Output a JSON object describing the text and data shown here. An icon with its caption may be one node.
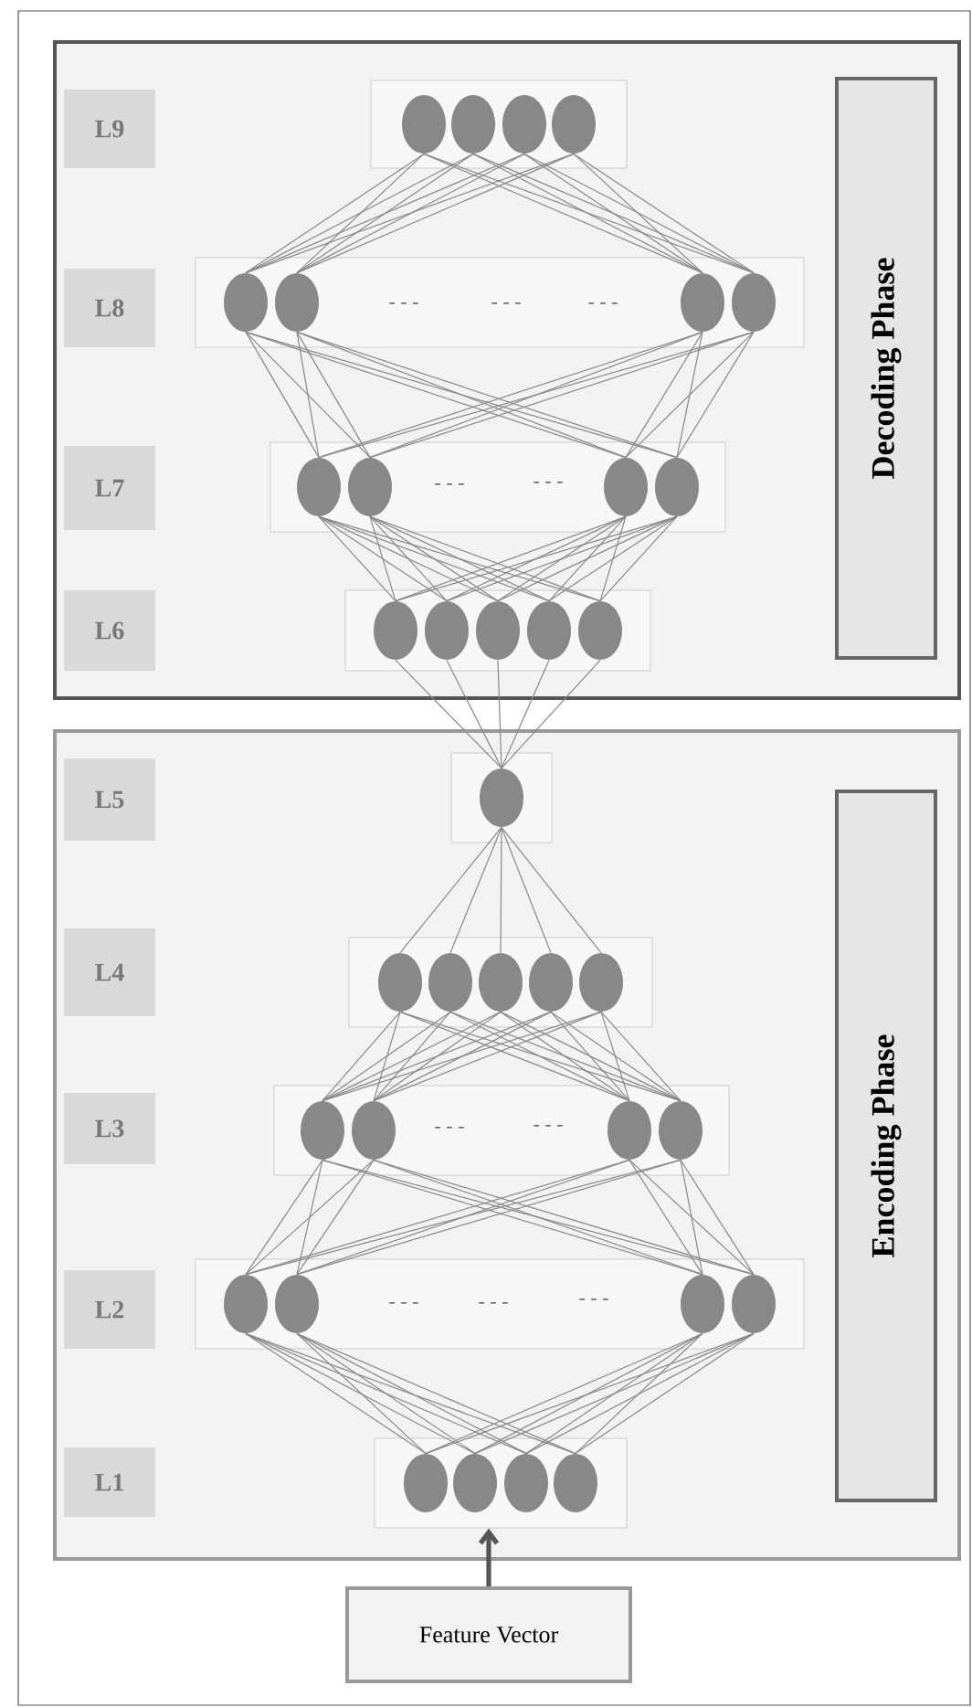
{
  "diagram": {
    "nodes": [
      {
        "text": [],
        "shape": "box"
      },
      {
        "text": [
          "Decoding Phase"
        ],
        "in": 0
      },
      {
        "text": [
          "L9"
        ],
        "in": 0
      },
      {
        "text": [],
        "shape": "box",
        "in": 0
      },
      {
        "text": [],
        "shape": "circle",
        "in": 3
      },
      {
        "text": [],
        "shape": "circle",
        "in": 3
      },
      {
        "text": [],
        "shape": "circle",
        "in": 3
      },
      {
        "text": [],
        "shape": "circle",
        "in": 3
      },
      {
        "text": [
          "L8"
        ],
        "in": 0
      },
      {
        "text": [],
        "shape": "box",
        "in": 0
      },
      {
        "text": [],
        "shape": "circle",
        "in": 9
      },
      {
        "text": [],
        "shape": "circle",
        "in": 9
      },
      {
        "text": [],
        "shape": "circle",
        "in": 9
      },
      {
        "text": [],
        "shape": "circle",
        "in": 9
      },
      {
        "text": [
          "L7"
        ],
        "in": 0
      },
      {
        "text": [],
        "shape": "box",
        "in": 0
      },
      {
        "text": [],
        "shape": "circle",
        "in": 15
      },
      {
        "text": [],
        "shape": "circle",
        "in": 15
      },
      {
        "text": [],
        "shape": "circle",
        "in": 15
      },
      {
        "text": [],
        "shape": "circle",
        "in": 15
      },
      {
        "text": [
          "L6"
        ],
        "in": 0
      },
      {
        "text": [],
        "shape": "box",
        "in": 0
      },
      {
        "text": [],
        "shape": "circle",
        "in": 21
      },
      {
        "text": [],
        "shape": "circle",
        "in": 21
      },
      {
        "text": [],
        "shape": "circle",
        "in": 21
      },
      {
        "text": [],
        "shape": "circle",
        "in": 21
      },
      {
        "text": [],
        "shape": "circle",
        "in": 21
      },
      {
        "text": [],
        "shape": "box"
      },
      {
        "text": [
          "Encoding Phase"
        ],
        "in": 27
      },
      {
        "text": [
          "L5"
        ],
        "in": 27
      },
      {
        "text": [],
        "shape": "box",
        "in": 27
      },
      {
        "text": [],
        "shape": "circle",
        "in": 30
      },
      {
        "text": [
          "L4"
        ],
        "in": 27
      },
      {
        "text": [],
        "shape": "box",
        "in": 27
      },
      {
        "text": [],
        "shape": "circle",
        "in": 33
      },
      {
        "text": [],
        "shape": "circle",
        "in": 33
      },
      {
        "text": [],
        "shape": "circle",
        "in": 33
      },
      {
        "text": [],
        "shape": "circle",
        "in": 33
      },
      {
        "text": [],
        "shape": "circle",
        "in": 33
      },
      {
        "text": [
          "L3"
        ],
        "in": 27
      },
      {
        "text": [],
        "shape": "box",
        "in": 27
      },
      {
        "text": [],
        "shape": "circle",
        "in": 40
      },
      {
        "text": [],
        "shape": "circle",
        "in": 40
      },
      {
        "text": [],
        "shape": "circle",
        "in": 40
      },
      {
        "text": [],
        "shape": "circle",
        "in": 40
      },
      {
        "text": [
          "L2"
        ],
        "in": 27
      },
      {
        "text": [],
        "shape": "box",
        "in": 27
      },
      {
        "text": [],
        "shape": "circle",
        "in": 46
      },
      {
        "text": [],
        "shape": "circle",
        "in": 46
      },
      {
        "text": [],
        "shape": "circle",
        "in": 46
      },
      {
        "text": [],
        "shape": "circle",
        "in": 46
      },
      {
        "text": [
          "L1"
        ],
        "in": 27
      },
      {
        "text": [],
        "shape": "box",
        "in": 27
      },
      {
        "text": [],
        "shape": "circle",
        "in": 52
      },
      {
        "text": [],
        "shape": "circle",
        "in": 52
      },
      {
        "text": [],
        "shape": "circle",
        "in": 52
      },
      {
        "text": [],
        "shape": "circle",
        "in": 52
      },
      {
        "text": [
          "Feature Vector"
        ]
      }
    ],
    "edges": [
      {
        "from": 57,
        "to": 52,
        "arrow": "to",
        "style": "thick",
        "color": "#555555"
      },
      {
        "from": 4,
        "to": 10,
        "arrow": "none"
      },
      {
        "from": 4,
        "to": 11,
        "arrow": "none"
      },
      {
        "from": 4,
        "to": 12,
        "arrow": "none"
      },
      {
        "from": 4,
        "to": 13,
        "arrow": "none"
      },
      {
        "from": 5,
        "to": 10,
        "arrow": "none"
      },
      {
        "from": 5,
        "to": 11,
        "arrow": "none"
      },
      {
        "from": 5,
        "to": 12,
        "arrow": "none"
      },
      {
        "from": 5,
        "to": 13,
        "arrow": "none"
      },
      {
        "from": 6,
        "to": 10,
        "arrow": "none"
      },
      {
        "from": 6,
        "to": 11,
        "arrow": "none"
      },
      {
        "from": 6,
        "to": 12,
        "arrow": "none"
      },
      {
        "from": 6,
        "to": 13,
        "arrow": "none"
      },
      {
        "from": 7,
        "to": 10,
        "arrow": "none"
      },
      {
        "from": 7,
        "to": 11,
        "arrow": "none"
      },
      {
        "from": 7,
        "to": 12,
        "arrow": "none"
      },
      {
        "from": 7,
        "to": 13,
        "arrow": "none"
      },
      {
        "from": 10,
        "to": 16,
        "arrow": "none"
      },
      {
        "from": 10,
        "to": 17,
        "arrow": "none"
      },
      {
        "from": 10,
        "to": 18,
        "arrow": "none"
      },
      {
        "from": 10,
        "to": 19,
        "arrow": "none"
      },
      {
        "from": 11,
        "to": 16,
        "arrow": "none"
      },
      {
        "from": 11,
        "to": 17,
        "arrow": "none"
      },
      {
        "from": 11,
        "to": 18,
        "arrow": "none"
      },
      {
        "from": 11,
        "to": 19,
        "arrow": "none"
      },
      {
        "from": 12,
        "to": 16,
        "arrow": "none"
      },
      {
        "from": 12,
        "to": 17,
        "arrow": "none"
      },
      {
        "from": 12,
        "to": 18,
        "arrow": "none"
      },
      {
        "from": 12,
        "to": 19,
        "arrow": "none"
      },
      {
        "from": 13,
        "to": 16,
        "arrow": "none"
      },
      {
        "from": 13,
        "to": 17,
        "arrow": "none"
      },
      {
        "from": 13,
        "to": 18,
        "arrow": "none"
      },
      {
        "from": 13,
        "to": 19,
        "arrow": "none"
      },
      {
        "from": 16,
        "to": 22,
        "arrow": "none"
      },
      {
        "from": 16,
        "to": 23,
        "arrow": "none"
      },
      {
        "from": 16,
        "to": 24,
        "arrow": "none"
      },
      {
        "from": 16,
        "to": 25,
        "arrow": "none"
      },
      {
        "from": 16,
        "to": 26,
        "arrow": "none"
      },
      {
        "from": 17,
        "to": 22,
        "arrow": "none"
      },
      {
        "from": 17,
        "to": 23,
        "arrow": "none"
      },
      {
        "from": 17,
        "to": 24,
        "arrow": "none"
      },
      {
        "from": 17,
        "to": 25,
        "arrow": "none"
      },
      {
        "from": 17,
        "to": 26,
        "arrow": "none"
      },
      {
        "from": 18,
        "to": 22,
        "arrow": "none"
      },
      {
        "from": 18,
        "to": 23,
        "arrow": "none"
      },
      {
        "from": 18,
        "to": 24,
        "arrow": "none"
      },
      {
        "from": 18,
        "to": 25,
        "arrow": "none"
      },
      {
        "from": 18,
        "to": 26,
        "arrow": "none"
      },
      {
        "from": 19,
        "to": 22,
        "arrow": "none"
      },
      {
        "from": 19,
        "to": 23,
        "arrow": "none"
      },
      {
        "from": 19,
        "to": 24,
        "arrow": "none"
      },
      {
        "from": 19,
        "to": 25,
        "arrow": "none"
      },
      {
        "from": 19,
        "to": 26,
        "arrow": "none"
      },
      {
        "from": 22,
        "to": 31,
        "arrow": "none"
      },
      {
        "from": 23,
        "to": 31,
        "arrow": "none"
      },
      {
        "from": 24,
        "to": 31,
        "arrow": "none"
      },
      {
        "from": 25,
        "to": 31,
        "arrow": "none"
      },
      {
        "from": 26,
        "to": 31,
        "arrow": "none"
      },
      {
        "from": 31,
        "to": 34,
        "arrow": "none"
      },
      {
        "from": 31,
        "to": 35,
        "arrow": "none"
      },
      {
        "from": 31,
        "to": 36,
        "arrow": "none"
      },
      {
        "from": 31,
        "to": 37,
        "arrow": "none"
      },
      {
        "from": 31,
        "to": 38,
        "arrow": "none"
      },
      {
        "from": 34,
        "to": 41,
        "arrow": "none"
      },
      {
        "from": 34,
        "to": 42,
        "arrow": "none"
      },
      {
        "from": 34,
        "to": 43,
        "arrow": "none"
      },
      {
        "from": 34,
        "to": 44,
        "arrow": "none"
      },
      {
        "from": 35,
        "to": 41,
        "arrow": "none"
      },
      {
        "from": 35,
        "to": 42,
        "arrow": "none"
      },
      {
        "from": 35,
        "to": 43,
        "arrow": "none"
      },
      {
        "from": 35,
        "to": 44,
        "arrow": "none"
      },
      {
        "from": 36,
        "to": 41,
        "arrow": "none"
      },
      {
        "from": 36,
        "to": 42,
        "arrow": "none"
      },
      {
        "from": 36,
        "to": 43,
        "arrow": "none"
      },
      {
        "from": 36,
        "to": 44,
        "arrow": "none"
      },
      {
        "from": 37,
        "to": 41,
        "arrow": "none"
      },
      {
        "from": 37,
        "to": 42,
        "arrow": "none"
      },
      {
        "from": 37,
        "to": 43,
        "arrow": "none"
      },
      {
        "from": 37,
        "to": 44,
        "arrow": "none"
      },
      {
        "from": 38,
        "to": 41,
        "arrow": "none"
      },
      {
        "from": 38,
        "to": 42,
        "arrow": "none"
      },
      {
        "from": 38,
        "to": 43,
        "arrow": "none"
      },
      {
        "from": 38,
        "to": 44,
        "arrow": "none"
      },
      {
        "from": 41,
        "to": 47,
        "arrow": "none"
      },
      {
        "from": 41,
        "to": 48,
        "arrow": "none"
      },
      {
        "from": 41,
        "to": 49,
        "arrow": "none"
      },
      {
        "from": 41,
        "to": 50,
        "arrow": "none"
      },
      {
        "from": 42,
        "to": 47,
        "arrow": "none"
      },
      {
        "from": 42,
        "to": 48,
        "arrow": "none"
      },
      {
        "from": 42,
        "to": 49,
        "arrow": "none"
      },
      {
        "from": 42,
        "to": 50,
        "arrow": "none"
      },
      {
        "from": 43,
        "to": 47,
        "arrow": "none"
      },
      {
        "from": 43,
        "to": 48,
        "arrow": "none"
      },
      {
        "from": 43,
        "to": 49,
        "arrow": "none"
      },
      {
        "from": 43,
        "to": 50,
        "arrow": "none"
      },
      {
        "from": 44,
        "to": 47,
        "arrow": "none"
      },
      {
        "from": 44,
        "to": 48,
        "arrow": "none"
      },
      {
        "from": 44,
        "to": 49,
        "arrow": "none"
      },
      {
        "from": 44,
        "to": 50,
        "arrow": "none"
      },
      {
        "from": 47,
        "to": 53,
        "arrow": "none"
      },
      {
        "from": 47,
        "to": 54,
        "arrow": "none"
      },
      {
        "from": 47,
        "to": 55,
        "arrow": "none"
      },
      {
        "from": 47,
        "to": 56,
        "arrow": "none"
      },
      {
        "from": 48,
        "to": 53,
        "arrow": "none"
      },
      {
        "from": 48,
        "to": 54,
        "arrow": "none"
      },
      {
        "from": 48,
        "to": 55,
        "arrow": "none"
      },
      {
        "from": 48,
        "to": 56,
        "arrow": "none"
      },
      {
        "from": 49,
        "to": 53,
        "arrow": "none"
      },
      {
        "from": 49,
        "to": 54,
        "arrow": "none"
      },
      {
        "from": 49,
        "to": 55,
        "arrow": "none"
      },
      {
        "from": 49,
        "to": 56,
        "arrow": "none"
      },
      {
        "from": 50,
        "to": 53,
        "arrow": "none"
      },
      {
        "from": 50,
        "to": 54,
        "arrow": "none"
      },
      {
        "from": 50,
        "to": 55,
        "arrow": "none"
      },
      {
        "from": 50,
        "to": 56,
        "arrow": "none"
      }
    ],
    "labels": [
      "- - -",
      "- - -",
      "- - -",
      "- - -",
      "- - -",
      "- - -",
      "- - -",
      "- - -",
      "- - -",
      "- - -"
    ]
  }
}
